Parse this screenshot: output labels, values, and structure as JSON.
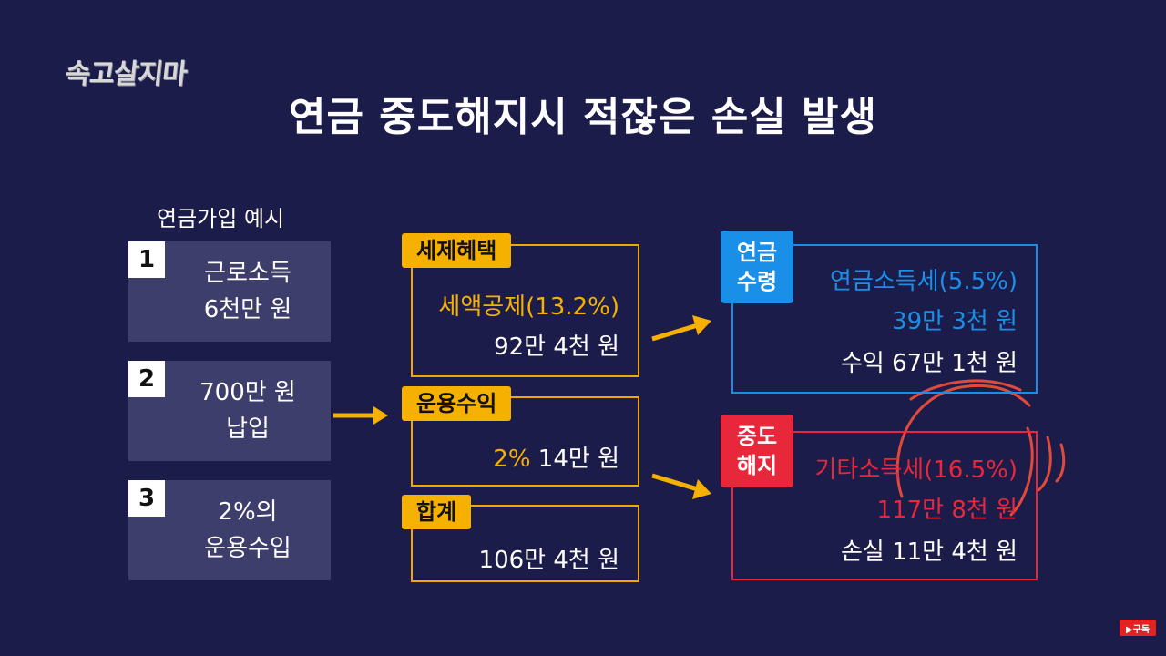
{
  "logo": "속고살지마",
  "title": "연금 중도해지시 적잖은 손실 발생",
  "example_heading": "연금가입 예시",
  "steps": [
    {
      "num": "1",
      "line1": "근로소득",
      "line2": "6천만 원"
    },
    {
      "num": "2",
      "line1": "700만 원",
      "line2": "납입"
    },
    {
      "num": "3",
      "line1": "2%의",
      "line2": "운용수입"
    }
  ],
  "tax_benefit": {
    "label": "세제혜택",
    "line1": "세액공제(13.2%)",
    "line2": "92만 4천 원"
  },
  "returns": {
    "label": "운용수익",
    "rate": "2%",
    "amount": "14만 원"
  },
  "total": {
    "label": "합계",
    "amount": "106만 4천 원"
  },
  "pension_receive": {
    "label_line1": "연금",
    "label_line2": "수령",
    "line1": "연금소득세(5.5%)",
    "line2": "39만 3천 원",
    "line3": "수익 67만 1천 원"
  },
  "early_termination": {
    "label_line1": "중도",
    "label_line2": "해지",
    "line1": "기타소득세(16.5%)",
    "line2": "117만 8천 원",
    "line3": "손실 11만 4천 원"
  },
  "subscribe": "▶구독",
  "colors": {
    "background": "#1c1c4a",
    "box_gray": "#3e3e6c",
    "gold": "#f5b000",
    "blue": "#1a8fe8",
    "red": "#e8283a",
    "annotation_red": "#e04a3a"
  }
}
